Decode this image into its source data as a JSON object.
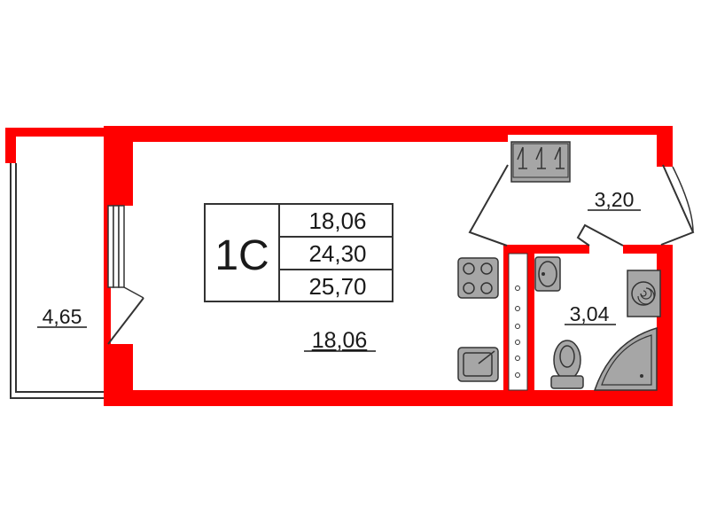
{
  "apartment": {
    "type_label": "1C",
    "areas": {
      "living": "18,06",
      "total": "24,30",
      "total_with_balcony": "25,70"
    }
  },
  "rooms": {
    "living_room": "18,06",
    "hall": "3,20",
    "bathroom": "3,04",
    "balcony": "4,65"
  },
  "colors": {
    "walls": "#ff0000",
    "fixtures_fill": "#a6a6a6",
    "fixtures_stroke": "#333333",
    "background": "#ffffff"
  },
  "icons": {
    "wardrobe": "wardrobe-icon",
    "stove": "stove-icon",
    "kitchen_sink": "kitchen-sink-icon",
    "washbasin": "washbasin-icon",
    "washing_machine": "washing-machine-icon",
    "toilet": "toilet-icon",
    "shower": "shower-cabin-icon"
  }
}
